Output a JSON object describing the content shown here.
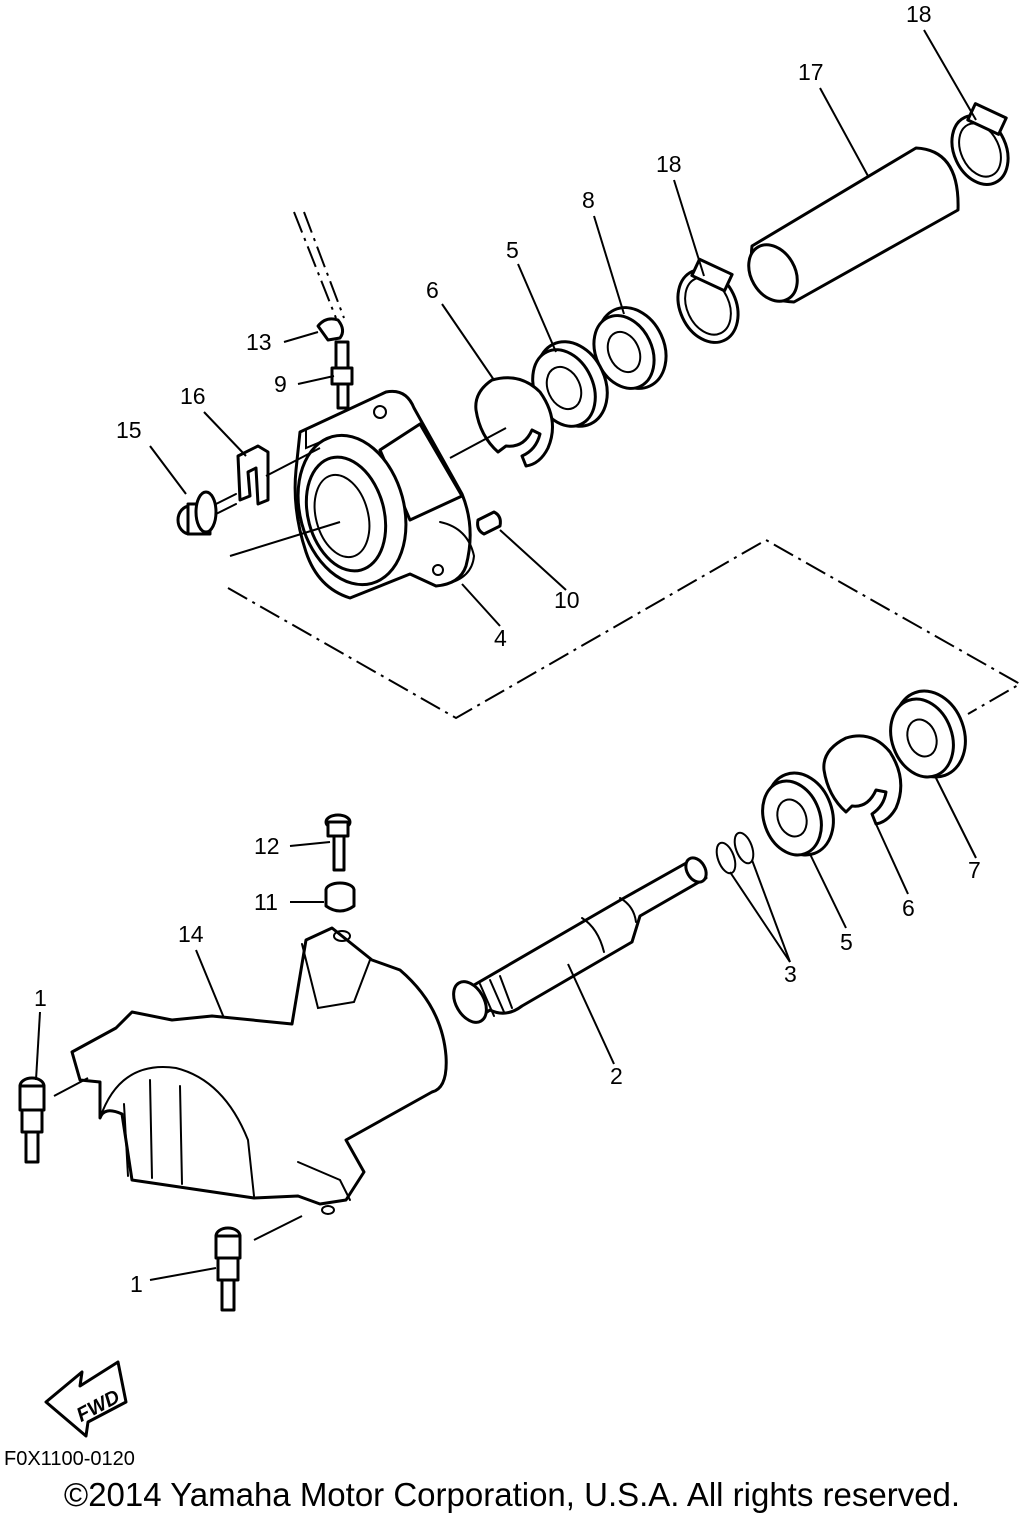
{
  "diagram": {
    "callouts": [
      {
        "id": "c18a",
        "label": "18"
      },
      {
        "id": "c17",
        "label": "17"
      },
      {
        "id": "c18b",
        "label": "18"
      },
      {
        "id": "c8",
        "label": "8"
      },
      {
        "id": "c5a",
        "label": "5"
      },
      {
        "id": "c6a",
        "label": "6"
      },
      {
        "id": "c13",
        "label": "13"
      },
      {
        "id": "c9",
        "label": "9"
      },
      {
        "id": "c16",
        "label": "16"
      },
      {
        "id": "c15",
        "label": "15"
      },
      {
        "id": "c10",
        "label": "10"
      },
      {
        "id": "c4",
        "label": "4"
      },
      {
        "id": "c12",
        "label": "12"
      },
      {
        "id": "c11",
        "label": "11"
      },
      {
        "id": "c14",
        "label": "14"
      },
      {
        "id": "c1a",
        "label": "1"
      },
      {
        "id": "c2",
        "label": "2"
      },
      {
        "id": "c3",
        "label": "3"
      },
      {
        "id": "c5b",
        "label": "5"
      },
      {
        "id": "c6b",
        "label": "6"
      },
      {
        "id": "c7",
        "label": "7"
      },
      {
        "id": "c1b",
        "label": "1"
      }
    ],
    "fwd_label": "FWD",
    "drawing_code": "F0X1100-0120",
    "copyright": "©2014 Yamaha Motor Corporation, U.S.A. All rights reserved."
  }
}
